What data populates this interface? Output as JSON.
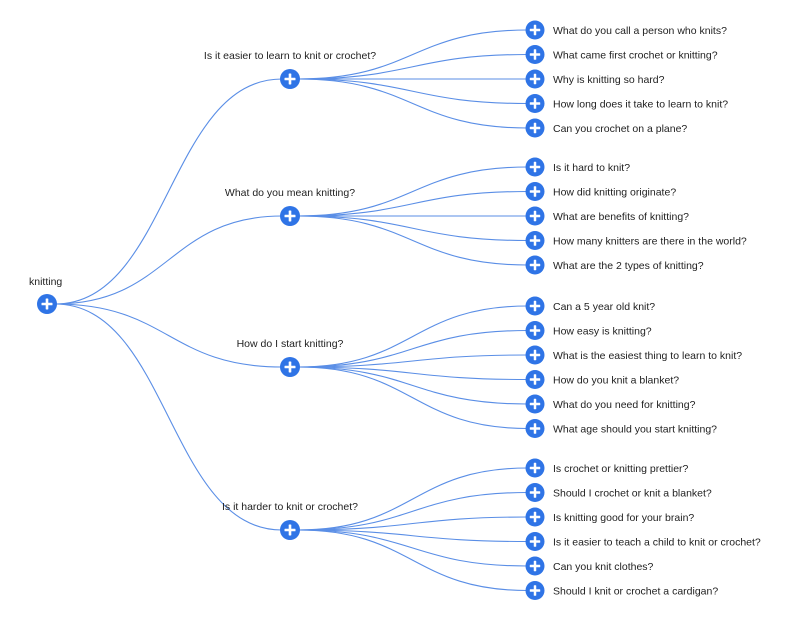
{
  "colors": {
    "node": "#2f74e6",
    "link": "#5a8ee6",
    "text": "#222222"
  },
  "node_icon": "plus-icon",
  "root": {
    "label": "knitting"
  },
  "branches": [
    {
      "label": "Is it easier to learn to knit or crochet?",
      "children": [
        "What do you call a person who knits?",
        "What came first crochet or knitting?",
        "Why is knitting so hard?",
        "How long does it take to learn to knit?",
        "Can you crochet on a plane?"
      ]
    },
    {
      "label": "What do you mean knitting?",
      "children": [
        "Is it hard to knit?",
        "How did knitting originate?",
        "What are benefits of knitting?",
        "How many knitters are there in the world?",
        "What are the 2 types of knitting?"
      ]
    },
    {
      "label": "How do I start knitting?",
      "children": [
        "Can a 5 year old knit?",
        "How easy is knitting?",
        "What is the easiest thing to learn to knit?",
        "How do you knit a blanket?",
        "What do you need for knitting?",
        "What age should you start knitting?"
      ]
    },
    {
      "label": "Is it harder to knit or crochet?",
      "children": [
        "Is crochet or knitting prettier?",
        "Should I crochet or knit a blanket?",
        "Is knitting good for your brain?",
        "Is it easier to teach a child to knit or crochet?",
        "Can you knit clothes?",
        "Should I knit or crochet a cardigan?"
      ]
    }
  ]
}
